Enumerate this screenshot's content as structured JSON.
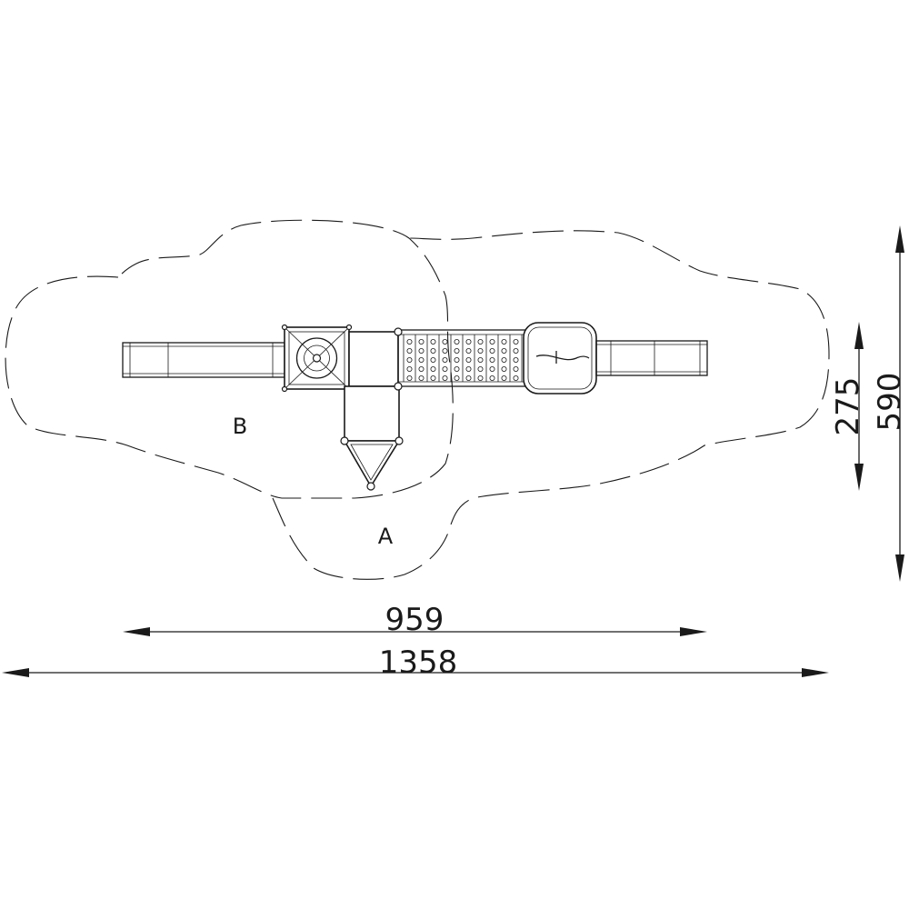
{
  "zones": [
    {
      "id": "B",
      "label": "B"
    },
    {
      "id": "A",
      "label": "A"
    }
  ],
  "dimensions": {
    "equipment_length": "959",
    "overall_length": "1358",
    "equipment_width": "275",
    "overall_width": "590"
  }
}
